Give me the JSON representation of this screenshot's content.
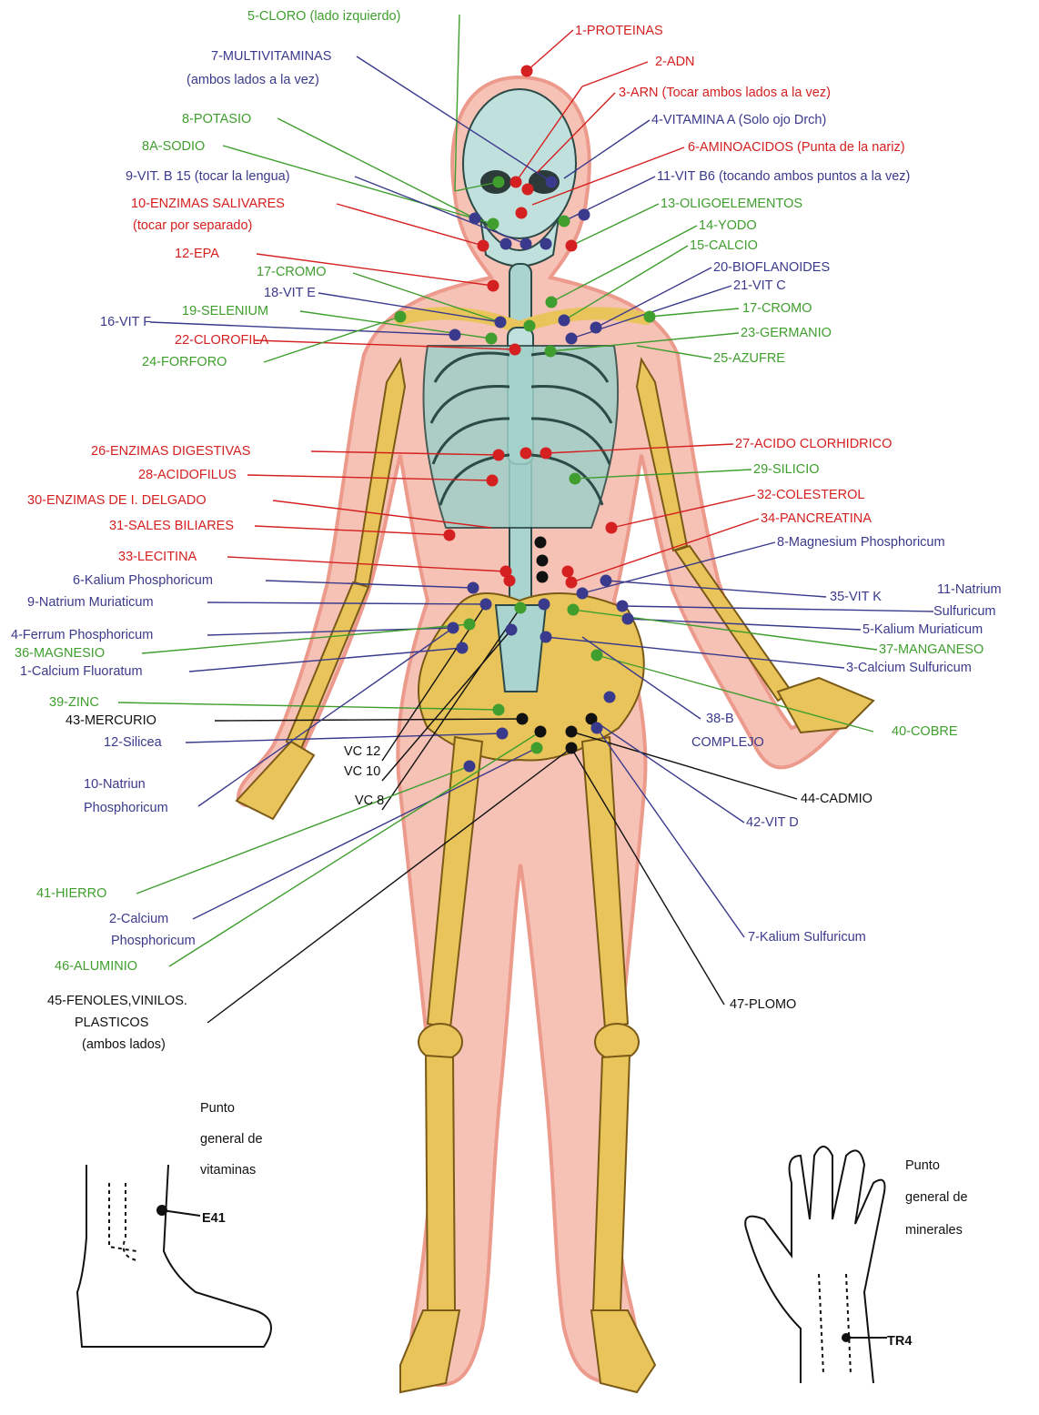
{
  "colors": {
    "red": "#d42020",
    "green": "#3f9e2e",
    "blue": "#3a3a8c",
    "black": "#111111",
    "bone": "#e8c45a",
    "skull": "#bfe0dc",
    "body": "#f6c2b5"
  },
  "labels": [
    {
      "id": "l1",
      "text": "1-PROTEINAS",
      "color": "red"
    },
    {
      "id": "l2",
      "text": "2-ADN",
      "color": "red"
    },
    {
      "id": "l3",
      "text": "3-ARN  (Tocar ambos lados a la vez)",
      "color": "red"
    },
    {
      "id": "l4",
      "text": "4-VITAMINA A  (Solo ojo Drch)",
      "color": "blue"
    },
    {
      "id": "l5",
      "text": "5-CLORO (lado izquierdo)",
      "color": "green"
    },
    {
      "id": "l6",
      "text": "6-AMINOACIDOS  (Punta de la nariz)",
      "color": "red"
    },
    {
      "id": "l7",
      "text": "7-MULTIVITAMINAS",
      "color": "blue"
    },
    {
      "id": "l7b",
      "text": "(ambos lados a la vez)",
      "color": "blue"
    },
    {
      "id": "l8",
      "text": "8-POTASIO",
      "color": "green"
    },
    {
      "id": "l8a",
      "text": "8A-SODIO",
      "color": "green"
    },
    {
      "id": "l9",
      "text": "9-VIT. B 15 (tocar la lengua)",
      "color": "blue"
    },
    {
      "id": "l10",
      "text": "10-ENZIMAS SALIVARES",
      "color": "red"
    },
    {
      "id": "l10b",
      "text": "(tocar por separado)",
      "color": "red"
    },
    {
      "id": "l11",
      "text": "11-VIT B6 (tocando ambos puntos a la vez)",
      "color": "blue"
    },
    {
      "id": "l12",
      "text": "12-EPA",
      "color": "red"
    },
    {
      "id": "l13",
      "text": "13-OLIGOELEMENTOS",
      "color": "green"
    },
    {
      "id": "l14",
      "text": "14-YODO",
      "color": "green"
    },
    {
      "id": "l15",
      "text": "15-CALCIO",
      "color": "green"
    },
    {
      "id": "l16",
      "text": "16-VIT F",
      "color": "blue"
    },
    {
      "id": "l17a",
      "text": "17-CROMO",
      "color": "green"
    },
    {
      "id": "l17b",
      "text": "17-CROMO",
      "color": "green"
    },
    {
      "id": "l18",
      "text": "18-VIT E",
      "color": "blue"
    },
    {
      "id": "l19",
      "text": "19-SELENIUM",
      "color": "green"
    },
    {
      "id": "l20",
      "text": "20-BIOFLANOIDES",
      "color": "blue"
    },
    {
      "id": "l21",
      "text": "21-VIT C",
      "color": "blue"
    },
    {
      "id": "l22",
      "text": "22-CLOROFILA",
      "color": "red"
    },
    {
      "id": "l23",
      "text": "23-GERMANIO",
      "color": "green"
    },
    {
      "id": "l24",
      "text": "24-FORFORO",
      "color": "green"
    },
    {
      "id": "l25",
      "text": "25-AZUFRE",
      "color": "green"
    },
    {
      "id": "l26",
      "text": "26-ENZIMAS DIGESTIVAS",
      "color": "red"
    },
    {
      "id": "l27",
      "text": "27-ACIDO CLORHIDRICO",
      "color": "red"
    },
    {
      "id": "l28",
      "text": "28-ACIDOFILUS",
      "color": "red"
    },
    {
      "id": "l29",
      "text": "29-SILICIO",
      "color": "green"
    },
    {
      "id": "l30",
      "text": "30-ENZIMAS DE I. DELGADO",
      "color": "red"
    },
    {
      "id": "l31",
      "text": "31-SALES BILIARES",
      "color": "red"
    },
    {
      "id": "l32",
      "text": "32-COLESTEROL",
      "color": "red"
    },
    {
      "id": "l33",
      "text": "33-LECITINA",
      "color": "red"
    },
    {
      "id": "l34",
      "text": "34-PANCREATINA",
      "color": "red"
    },
    {
      "id": "lm8",
      "text": "8-Magnesium Phosphoricum",
      "color": "blue"
    },
    {
      "id": "lm6",
      "text": "6-Kalium Phosphoricum",
      "color": "blue"
    },
    {
      "id": "lm9",
      "text": "9-Natrium Muriaticum",
      "color": "blue"
    },
    {
      "id": "l35",
      "text": "35-VIT K",
      "color": "blue"
    },
    {
      "id": "lm11a",
      "text": "11-Natrium",
      "color": "blue"
    },
    {
      "id": "lm11b",
      "text": "Sulfuricum",
      "color": "blue"
    },
    {
      "id": "lm4",
      "text": "4-Ferrum Phosphoricum",
      "color": "blue"
    },
    {
      "id": "lm5",
      "text": "5-Kalium Muriaticum",
      "color": "blue"
    },
    {
      "id": "l36",
      "text": "36-MAGNESIO",
      "color": "green"
    },
    {
      "id": "l37",
      "text": "37-MANGANESO",
      "color": "green"
    },
    {
      "id": "lm1",
      "text": "1-Calcium Fluoratum",
      "color": "blue"
    },
    {
      "id": "lm3",
      "text": "3-Calcium Sulfuricum",
      "color": "blue"
    },
    {
      "id": "l39",
      "text": "39-ZINC",
      "color": "green"
    },
    {
      "id": "l43",
      "text": "43-MERCURIO",
      "color": "black"
    },
    {
      "id": "l38a",
      "text": "38-B",
      "color": "blue"
    },
    {
      "id": "l38b",
      "text": "COMPLEJO",
      "color": "blue"
    },
    {
      "id": "l40",
      "text": "40-COBRE",
      "color": "green"
    },
    {
      "id": "lm12",
      "text": "12-Silicea",
      "color": "blue"
    },
    {
      "id": "lvc12",
      "text": "VC 12",
      "color": "black"
    },
    {
      "id": "lvc10",
      "text": "VC 10",
      "color": "black"
    },
    {
      "id": "lvc8",
      "text": "VC 8",
      "color": "black"
    },
    {
      "id": "lm10a",
      "text": "10-Natriun",
      "color": "blue"
    },
    {
      "id": "lm10b",
      "text": "Phosphoricum",
      "color": "blue"
    },
    {
      "id": "l44",
      "text": "44-CADMIO",
      "color": "black"
    },
    {
      "id": "l42",
      "text": "42-VIT D",
      "color": "blue"
    },
    {
      "id": "l41",
      "text": "41-HIERRO",
      "color": "green"
    },
    {
      "id": "lm2a",
      "text": "2-Calcium",
      "color": "blue"
    },
    {
      "id": "lm2b",
      "text": "Phosphoricum",
      "color": "blue"
    },
    {
      "id": "lm7",
      "text": "7-Kalium Sulfuricum",
      "color": "blue"
    },
    {
      "id": "l46",
      "text": "46-ALUMINIO",
      "color": "green"
    },
    {
      "id": "l45a",
      "text": "45-FENOLES,VINILOS.",
      "color": "black"
    },
    {
      "id": "l45b",
      "text": "PLASTICOS",
      "color": "black"
    },
    {
      "id": "l45c",
      "text": "(ambos lados)",
      "color": "black"
    },
    {
      "id": "l47",
      "text": "47-PLOMO",
      "color": "black"
    }
  ],
  "insets": {
    "vitamins": {
      "line1": "Punto",
      "line2": "general de",
      "line3": "vitaminas",
      "code": "E41"
    },
    "minerals": {
      "line1": "Punto",
      "line2": "general de",
      "line3": "minerales",
      "code": "TR4"
    }
  }
}
